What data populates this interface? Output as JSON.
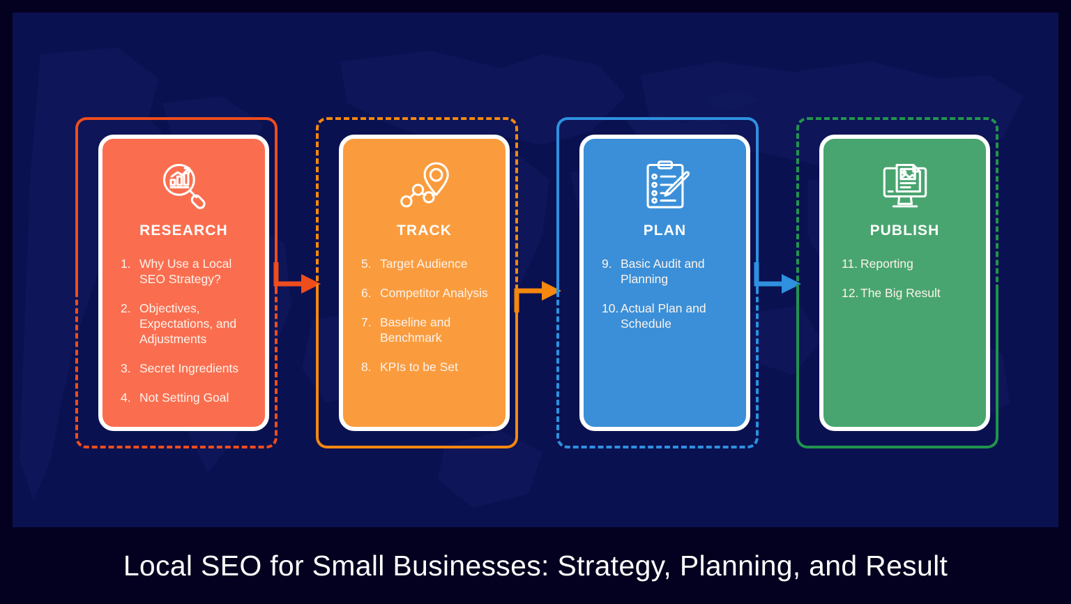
{
  "poster": {
    "title": "Local SEO for Small Businesses: Strategy, Planning, and Result",
    "background_color": "#04001f",
    "stage_color": "#0a1150"
  },
  "steps": [
    {
      "id": "research",
      "title": "RESEARCH",
      "icon": "magnifier-chart-icon",
      "accent_color": "#ee4d1e",
      "card_color": "#fa6e4f",
      "frame_orientation": "solid-top-dashed-bottom",
      "items": [
        {
          "num": "1.",
          "text": "Why Use a Local SEO Strategy?"
        },
        {
          "num": "2.",
          "text": "Objectives, Expectations, and Adjustments"
        },
        {
          "num": "3.",
          "text": "Secret Ingredients"
        },
        {
          "num": "4.",
          "text": "Not Setting Goal"
        }
      ]
    },
    {
      "id": "track",
      "title": "TRACK",
      "icon": "route-pin-icon",
      "accent_color": "#f5880f",
      "card_color": "#fa9c3e",
      "frame_orientation": "dashed-top-solid-bottom",
      "items": [
        {
          "num": "5.",
          "text": "Target Audience"
        },
        {
          "num": "6.",
          "text": "Competitor Analysis"
        },
        {
          "num": "7.",
          "text": "Baseline and Benchmark"
        },
        {
          "num": "8.",
          "text": "KPIs to be Set"
        }
      ]
    },
    {
      "id": "plan",
      "title": "PLAN",
      "icon": "clipboard-pencil-icon",
      "accent_color": "#2f90e0",
      "card_color": "#3a8fd8",
      "frame_orientation": "solid-top-dashed-bottom",
      "items": [
        {
          "num": "9.",
          "text": "Basic Audit and Planning"
        },
        {
          "num": "10.",
          "text": "Actual Plan and Schedule"
        }
      ]
    },
    {
      "id": "publish",
      "title": "PUBLISH",
      "icon": "monitor-document-icon",
      "accent_color": "#21944e",
      "card_color": "#49a56f",
      "frame_orientation": "dashed-top-solid-bottom",
      "items": [
        {
          "num": "11.",
          "text": "Reporting"
        },
        {
          "num": "12.",
          "text": "The Big Result"
        }
      ]
    }
  ],
  "connectors": [
    {
      "id": "arrow-research-to-track",
      "color": "#ee4d1e",
      "direction": "right"
    },
    {
      "id": "arrow-track-to-plan",
      "color": "#f5880f",
      "direction": "right"
    },
    {
      "id": "arrow-plan-to-publish",
      "color": "#2f90e0",
      "direction": "right"
    }
  ]
}
